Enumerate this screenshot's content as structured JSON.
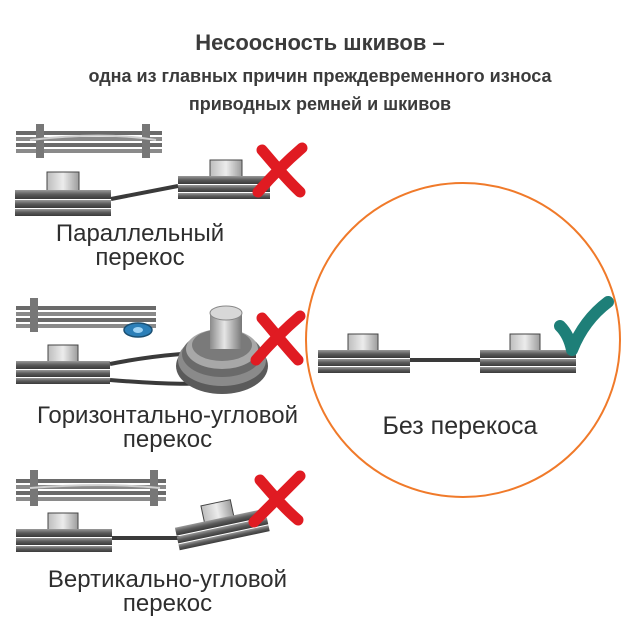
{
  "title": {
    "line1": "Несоосность шкивов –",
    "line2": "одна из главных причин преждевременного износа",
    "line3": "приводных ремней и шкивов"
  },
  "cases": [
    {
      "label_line1": "Параллельный",
      "label_line2": "перекос",
      "status": "cross-icon"
    },
    {
      "label_line1": "Горизонтально-угловой",
      "label_line2": "перекос",
      "status": "cross-icon"
    },
    {
      "label_line1": "Вертикально-угловой",
      "label_line2": "перекос",
      "status": "cross-icon"
    }
  ],
  "correct": {
    "label": "Без перекоса",
    "status": "check-icon"
  },
  "colors": {
    "cross": "#e01b22",
    "check": "#1e7f78",
    "circle": "#f07a2a",
    "metal": "#5c5c5c",
    "belt": "#3a3a3a"
  }
}
